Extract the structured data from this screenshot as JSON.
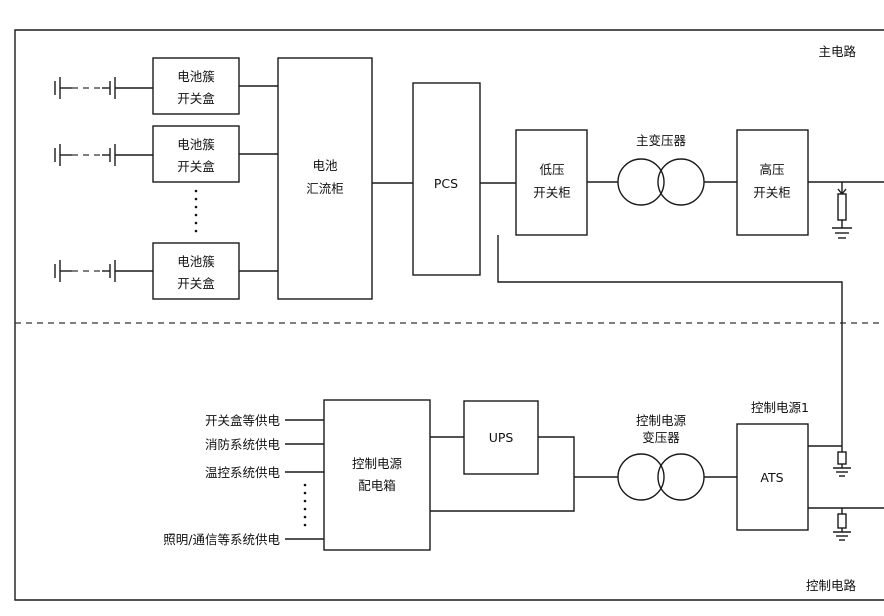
{
  "regions": {
    "main_circuit": "主电路",
    "control_circuit": "控制电路"
  },
  "main": {
    "cluster_box": [
      "电池簇",
      "开关盒"
    ],
    "combiner_cabinet": [
      "电池",
      "汇流柜"
    ],
    "pcs": "PCS",
    "lv_cabinet": [
      "低压",
      "开关柜"
    ],
    "main_transformer": "主变压器",
    "hv_cabinet": [
      "高压",
      "开关柜"
    ]
  },
  "control": {
    "loads": [
      "开关盒等供电",
      "消防系统供电",
      "温控系统供电",
      "照明/通信等系统供电"
    ],
    "distribution_box": [
      "控制电源",
      "配电箱"
    ],
    "ups": "UPS",
    "control_transformer": [
      "控制电源",
      "变压器"
    ],
    "ats": "ATS",
    "control_power_1": "控制电源1"
  }
}
